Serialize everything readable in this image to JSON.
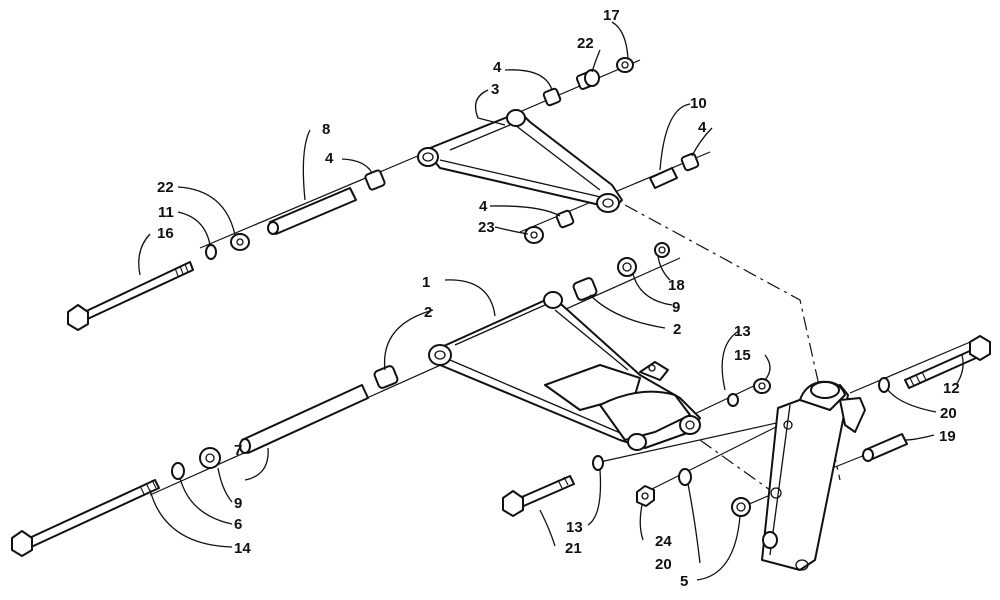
{
  "callouts": [
    {
      "id": "c17a",
      "text": "17"
    },
    {
      "id": "c22a",
      "text": "22"
    },
    {
      "id": "c4a",
      "text": "4"
    },
    {
      "id": "c3",
      "text": "3"
    },
    {
      "id": "c10",
      "text": "10"
    },
    {
      "id": "c4b",
      "text": "4"
    },
    {
      "id": "c8",
      "text": "8"
    },
    {
      "id": "c4c",
      "text": "4"
    },
    {
      "id": "c22b",
      "text": "22"
    },
    {
      "id": "c11",
      "text": "11"
    },
    {
      "id": "c16",
      "text": "16"
    },
    {
      "id": "c4d",
      "text": "4"
    },
    {
      "id": "c23",
      "text": "23"
    },
    {
      "id": "c18",
      "text": "18"
    },
    {
      "id": "c1",
      "text": "1"
    },
    {
      "id": "c9a",
      "text": "9"
    },
    {
      "id": "c2a",
      "text": "2"
    },
    {
      "id": "c2b",
      "text": "2"
    },
    {
      "id": "c13a",
      "text": "13"
    },
    {
      "id": "c15",
      "text": "15"
    },
    {
      "id": "c12",
      "text": "12"
    },
    {
      "id": "c20a",
      "text": "20"
    },
    {
      "id": "c19",
      "text": "19"
    },
    {
      "id": "c7",
      "text": "7"
    },
    {
      "id": "c9b",
      "text": "9"
    },
    {
      "id": "c6",
      "text": "6"
    },
    {
      "id": "c14",
      "text": "14"
    },
    {
      "id": "c13b",
      "text": "13"
    },
    {
      "id": "c21",
      "text": "21"
    },
    {
      "id": "c24",
      "text": "24"
    },
    {
      "id": "c20b",
      "text": "20"
    },
    {
      "id": "c5",
      "text": "5"
    }
  ]
}
